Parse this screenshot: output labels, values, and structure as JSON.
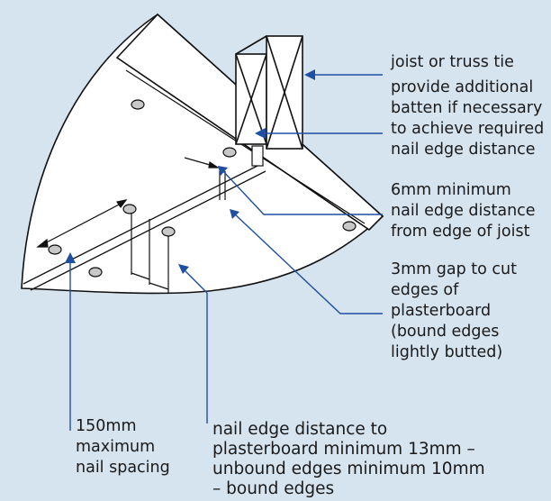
{
  "colors": {
    "background": "#d6e4f0",
    "leader_line": "#1f4fa0",
    "outline": "#111111",
    "panel_fill": "#ffffff",
    "nail_fill": "#c8c8c8"
  },
  "labels": {
    "joist_tie": "joist or truss tie",
    "batten": "provide additional\nbatten if necessary\nto achieve required\nnail edge distance",
    "min_edge_distance": "6mm minimum\nnail edge distance\nfrom edge of joist",
    "gap": "3mm gap to cut\nedges of\nplasterboard\n(bound edges\nlightly butted)",
    "nail_spacing": "150mm\nmaximum\nnail spacing",
    "plasterboard_edge": "nail edge distance to\nplasterboard minimum 13mm –\nunbound edges minimum 10mm\n– bound edges"
  }
}
